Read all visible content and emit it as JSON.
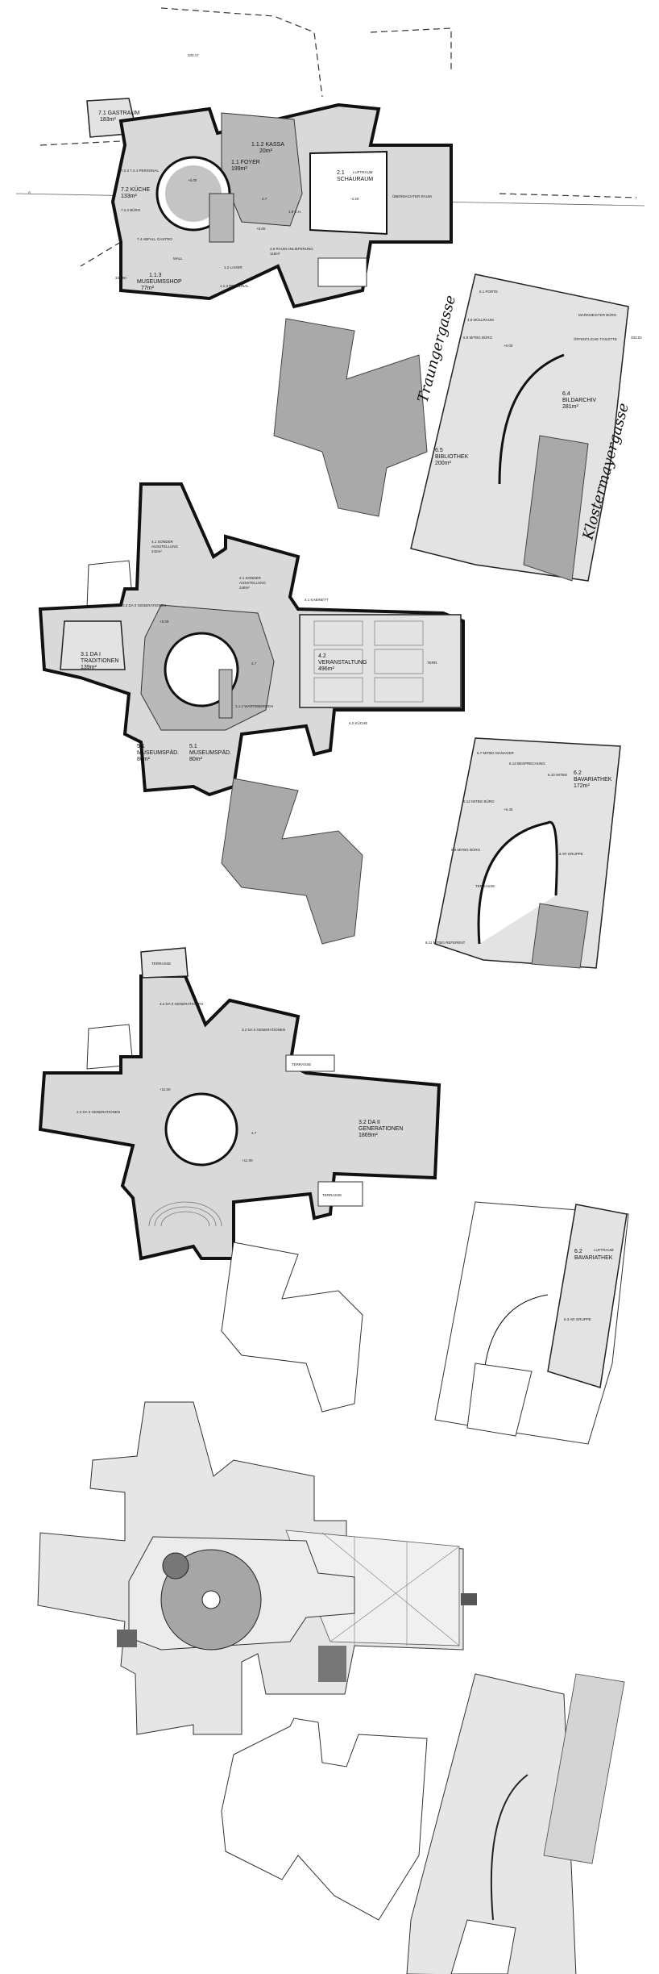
{
  "drawing": {
    "levels": [
      {
        "name": "ground-floor",
        "rooms": [
          "7.1 GASTRAUM",
          "183m²",
          "1.1 FOYER",
          "199m²",
          "1.1.2 KASSA",
          "20m²",
          "2.1",
          "SCHAURAUM",
          "LUFTRAUM",
          "7.2 KÜCHE",
          "133m²",
          "1.1.3",
          "MUSEUMSSHOP",
          "77m²",
          "MALL",
          "4.6 RAUM ANLIEFERUNG",
          "118m²",
          "1.2 LAGER",
          "7.2.2 BÜRO",
          "7.4 ABFALL GASTRO",
          "ÜBERDACHTER RAUM",
          "7.2.3 7.2.4 PERSONAL",
          "1.1.3 PERSONAL",
          "4.7",
          "1.9 E.H."
        ],
        "levels_text": [
          "333.00",
          "333.17",
          "+0.00",
          "+0.00",
          "-4.40"
        ],
        "annex": [
          "6.1 PORTE",
          "4.8 MÜLLRAUM",
          "6.8 MITBG BÜRO",
          "MARKMEISTER BÜRO",
          "ÖFFENTLICHE TOILETTE",
          "6.4",
          "BILDARCHIV",
          "281m²",
          "6.5",
          "BIBLIOTHEK",
          "200m²",
          "333.02",
          "+0.00"
        ],
        "streets": [
          "Traungergasse",
          "Klostermayergasse"
        ]
      },
      {
        "name": "first-floor",
        "rooms": [
          "4.1 SONDER",
          "AUSSTELLUNG",
          "242m²",
          "4.1 SONDER",
          "AUSSTELLUNG",
          "248m²",
          "3.1 DA I",
          "TRADITIONEN",
          "139m²",
          "4.2",
          "VERANSTALTUNG",
          "496m²",
          "5.1",
          "MUSEUMSPÄD.",
          "80m²",
          "5.1",
          "MUSEUMSPÄD.",
          "80m²",
          "1.1.2 WARTEBEREICH",
          "4.1 KABINETT",
          "3.2 DA II GENERATIONEN",
          "4.2 KÜCHE",
          "TERR.",
          "4.7",
          "+5.00"
        ],
        "annex": [
          "6.7 MITBG MANAGER",
          "6.13 BESPRECHUNG",
          "6.10 MITBG",
          "6.2",
          "BAVARIATHEK",
          "172m²",
          "6.12 MITBG BÜRO",
          "6.9 MITBG BÜRO",
          "6.3 AR GRUPPE",
          "6.11 MITBG REFERENT",
          "TERRASSE",
          "+6.40"
        ]
      },
      {
        "name": "second-floor",
        "rooms": [
          "TERRASSE",
          "3.2 DA II GENERATIONEN",
          "3.2 DA II GENERATIONEN",
          "TERRASSE",
          "3.2 DA II GENERATIONEN",
          "3.2 DA II",
          "GENERATIONEN",
          "1869m²",
          "TERRASSE",
          "+11.00",
          "+11.00",
          "4.7"
        ],
        "annex": [
          "6.2",
          "BAVARIATHEK",
          "LUFTRAUM",
          "6.3 AR GRUPPE"
        ]
      },
      {
        "name": "roof-plan",
        "rooms": []
      }
    ],
    "section_marker": "A",
    "colors": {
      "wall": "#111111",
      "floor": "#d9d9d9",
      "core": "#b9b9b9",
      "neighbor": "#a9a9a9"
    }
  }
}
